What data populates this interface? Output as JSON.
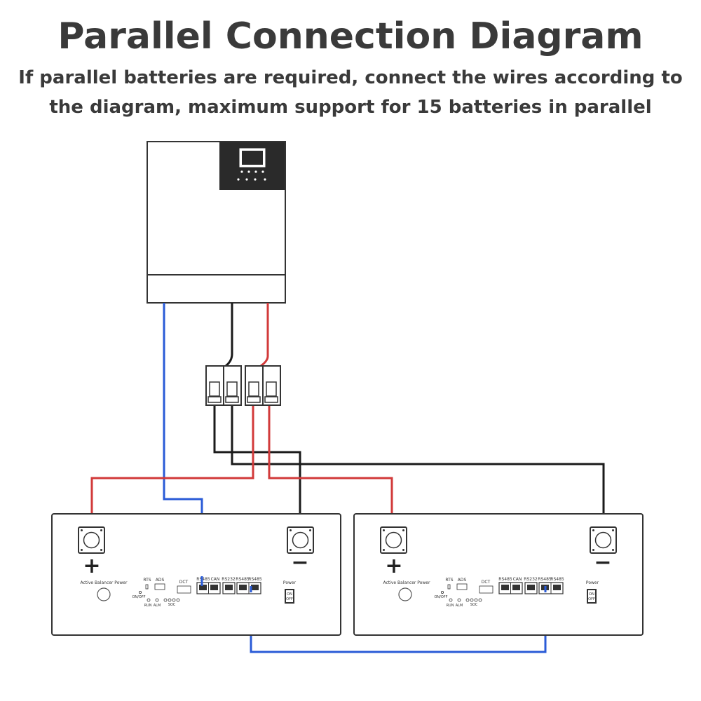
{
  "header": {
    "title": "Parallel Connection Diagram",
    "subtitle_line1": "If parallel batteries are required, connect the wires according to",
    "subtitle_line2": "the diagram, maximum support for 15 batteries in parallel"
  },
  "battery_panel": {
    "positive": "+",
    "negative": "−",
    "balancer": "Active Balancer Power",
    "rts": "RTS",
    "ads": "ADS",
    "dct": "DCT",
    "on_off": "ON/OFF",
    "run": "RUN",
    "alm": "ALM",
    "soc": "SOC",
    "rs485": "RS485",
    "can": "CAN",
    "rs232": "RS232",
    "power": "Power",
    "switch_on": "ON",
    "switch_off": "OFF"
  },
  "colors": {
    "positive_wire": "#d23a3a",
    "negative_wire": "#1a1a1a",
    "comm_wire": "#2a5bd7",
    "outline": "#333333"
  }
}
